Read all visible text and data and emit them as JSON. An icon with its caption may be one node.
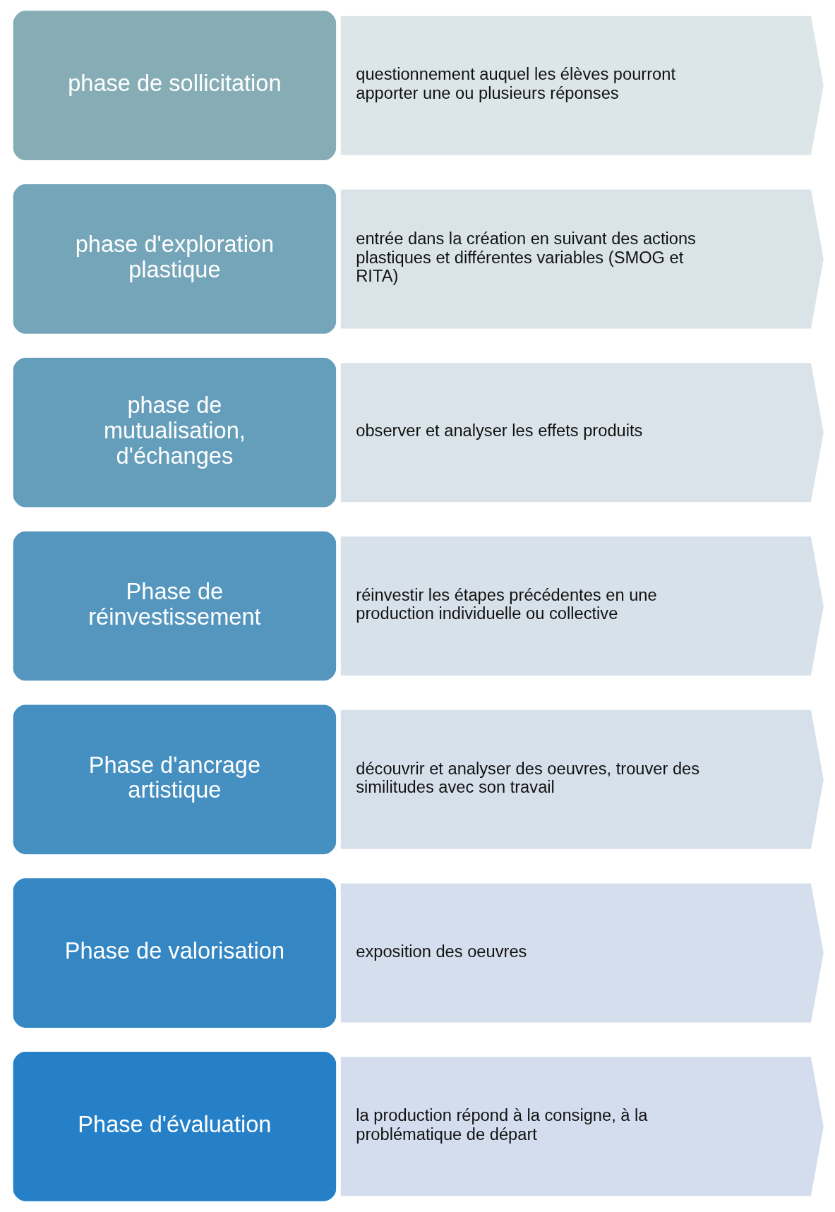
{
  "diagram": {
    "nodes": [
      {
        "text": [
          "phase de sollicitation"
        ]
      },
      {
        "text": [
          "questionnement auquel les élèves pourront apporter une ou plusieurs réponses"
        ]
      },
      {
        "text": [
          "phase d'exploration plastique"
        ]
      },
      {
        "text": [
          "entrée dans la création en suivant des actions plastiques et différentes variables (SMOG et RITA)"
        ]
      },
      {
        "text": [
          "phase de mutualisation, d'échanges"
        ]
      },
      {
        "text": [
          "observer et analyser les effets produits"
        ]
      },
      {
        "text": [
          "Phase de réinvestissement"
        ]
      },
      {
        "text": [
          "réinvestir les étapes précédentes en une production individuelle ou collective"
        ]
      },
      {
        "text": [
          "Phase d'ancrage artistique"
        ]
      },
      {
        "text": [
          "découvrir et analyser des oeuvres, trouver des similitudes avec son travail"
        ]
      },
      {
        "text": [
          "Phase de valorisation"
        ]
      },
      {
        "text": [
          "exposition des oeuvres"
        ]
      },
      {
        "text": [
          "Phase d'évaluation"
        ]
      },
      {
        "text": [
          "la production répond à la consigne, à la problématique de départ"
        ]
      }
    ],
    "edges": []
  }
}
